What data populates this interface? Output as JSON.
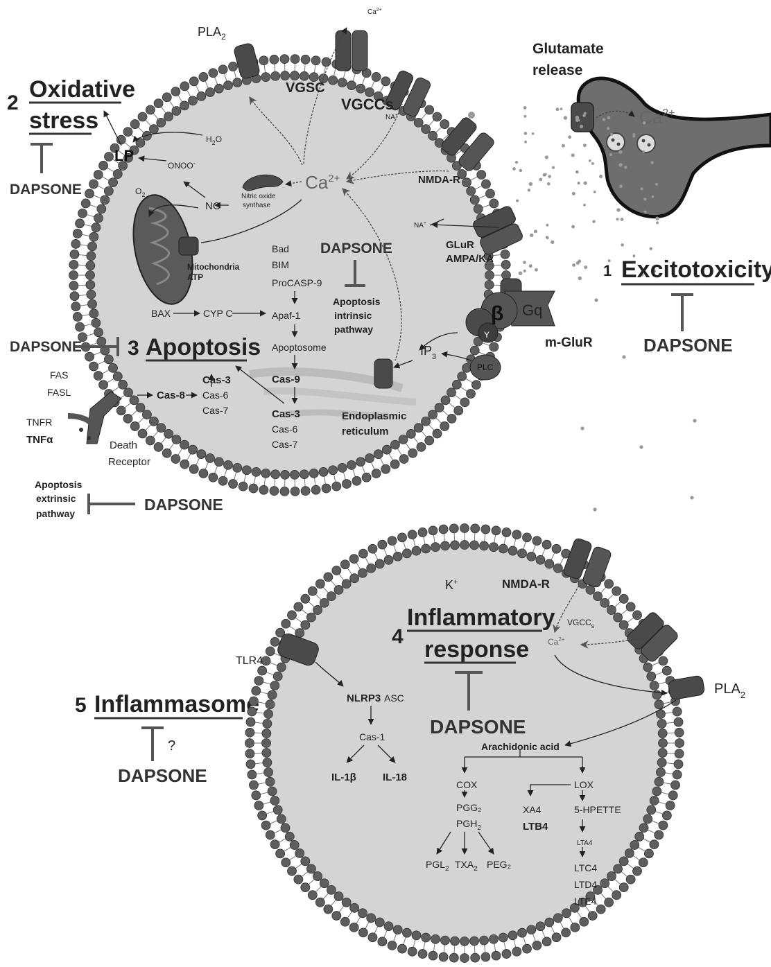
{
  "cell1": {
    "pla2": "PLA",
    "pla2_sub": "2",
    "ca_top": "Ca",
    "ca_top_sup": "2+",
    "vgsc": "VGSC",
    "vgccs": "VGCCs",
    "na_top": "NA",
    "na_top_sup": "+",
    "nmda": "NMDA-R",
    "na_mid": "NA",
    "na_mid_sup": "+",
    "gluR1": "GLuR",
    "gluR2": "AMPA/KA",
    "beta": "β",
    "gq": "Gq",
    "gamma": "Y",
    "mglur": "m-GluR",
    "plc": "PLC",
    "ip3": "IP",
    "ip3_sub": "3",
    "ca_center": "Ca",
    "ca_center_sup": "2+",
    "h2o": "H",
    "h2o_sub": "2",
    "h2o_tail": "O",
    "onoo": "ONOO",
    "onoo_sup": "-",
    "lp": "LP",
    "o2": "O",
    "o2_sub": "2",
    "no": "NO",
    "nos1": "Nitric oxide",
    "nos2": "synthase",
    "mito1": "Mitochondria",
    "mito2": "ATP",
    "bax": "BAX",
    "cypc": "CYP C",
    "bad": "Bad",
    "bim": "BIM",
    "procasp9": "ProCASP-9",
    "apaf1": "Apaf-1",
    "apoptosome": "Apoptosome",
    "cas9": "Cas-9",
    "cas3a": "Cas-3",
    "cas6a": "Cas-6",
    "cas7a": "Cas-7",
    "cas3b": "Cas-3",
    "cas6b": "Cas-6",
    "cas7b": "Cas-7",
    "cas8": "Cas-8",
    "er1": "Endoplasmic",
    "er2": "reticulum",
    "dapsone_center": "DAPSONE",
    "intrinsic1": "Apoptosis",
    "intrinsic2": "intrinsic",
    "intrinsic3": "pathway",
    "fas": "FAS",
    "fasl": "FASL",
    "tnfr": "TNFR",
    "tnfa": "TNFα",
    "death1": "Death",
    "death2": "Receptor"
  },
  "labels": {
    "num2": "2",
    "oxidative1": "Oxidative",
    "oxidative2": "stress",
    "dapsone_ox": "DAPSONE",
    "num3": "3",
    "apoptosis": "Apoptosis",
    "dapsone_apo": "DAPSONE",
    "extrinsic1": "Apoptosis",
    "extrinsic2": "extrinsic",
    "extrinsic3": "pathway",
    "dapsone_ext": "DAPSONE",
    "glu1": "Glutamate",
    "glu2": "release",
    "ca_neuron": "Ca",
    "ca_neuron_sup": "2+",
    "num1": "1",
    "excito": "Excitotoxicity",
    "dapsone_excito": "DAPSONE",
    "num5": "5",
    "inflammasome": "Inflammasome",
    "question": "?",
    "dapsone_inflammasome": "DAPSONE"
  },
  "cell2": {
    "k": "K",
    "k_sup": "+",
    "nmda": "NMDA-R",
    "vgcc": "VGCC",
    "vgcc_sub": "s",
    "ca": "Ca",
    "ca_sup": "2+",
    "num4": "4",
    "inflam1": "Inflammatory",
    "inflam2": "response",
    "dapsone_inflam": "DAPSONE",
    "tlr4": "TLR4",
    "nlrp3": "NLRP3",
    "asc": "ASC",
    "cas1": "Cas-1",
    "il1b": "IL-1β",
    "il18": "IL-18",
    "pla2": "PLA",
    "pla2_sub": "2",
    "aa": "Arachidonic acid",
    "cox": "COX",
    "lox": "LOX",
    "pgg2": "PGG₂",
    "pgh2": "PGH",
    "pgh2_sub": "2",
    "pgl2": "PGL",
    "pgl2_sub": "2",
    "txa2": "TXA",
    "txa2_sub": "2",
    "peg2": "PEG₂",
    "xa4": "XA4",
    "ltb4": "LTB4",
    "hpette": "5-HPETTE",
    "lta4": "LTA4",
    "ltc4": "LTC4",
    "ltd4": "LTD4",
    "lte4": "LTE4"
  },
  "colors": {
    "membrane_head": "#5e5e5e",
    "cytoplasm": "#d4d4d4",
    "channel": "#4a4a4a",
    "neuron": "#6e6e6e"
  }
}
